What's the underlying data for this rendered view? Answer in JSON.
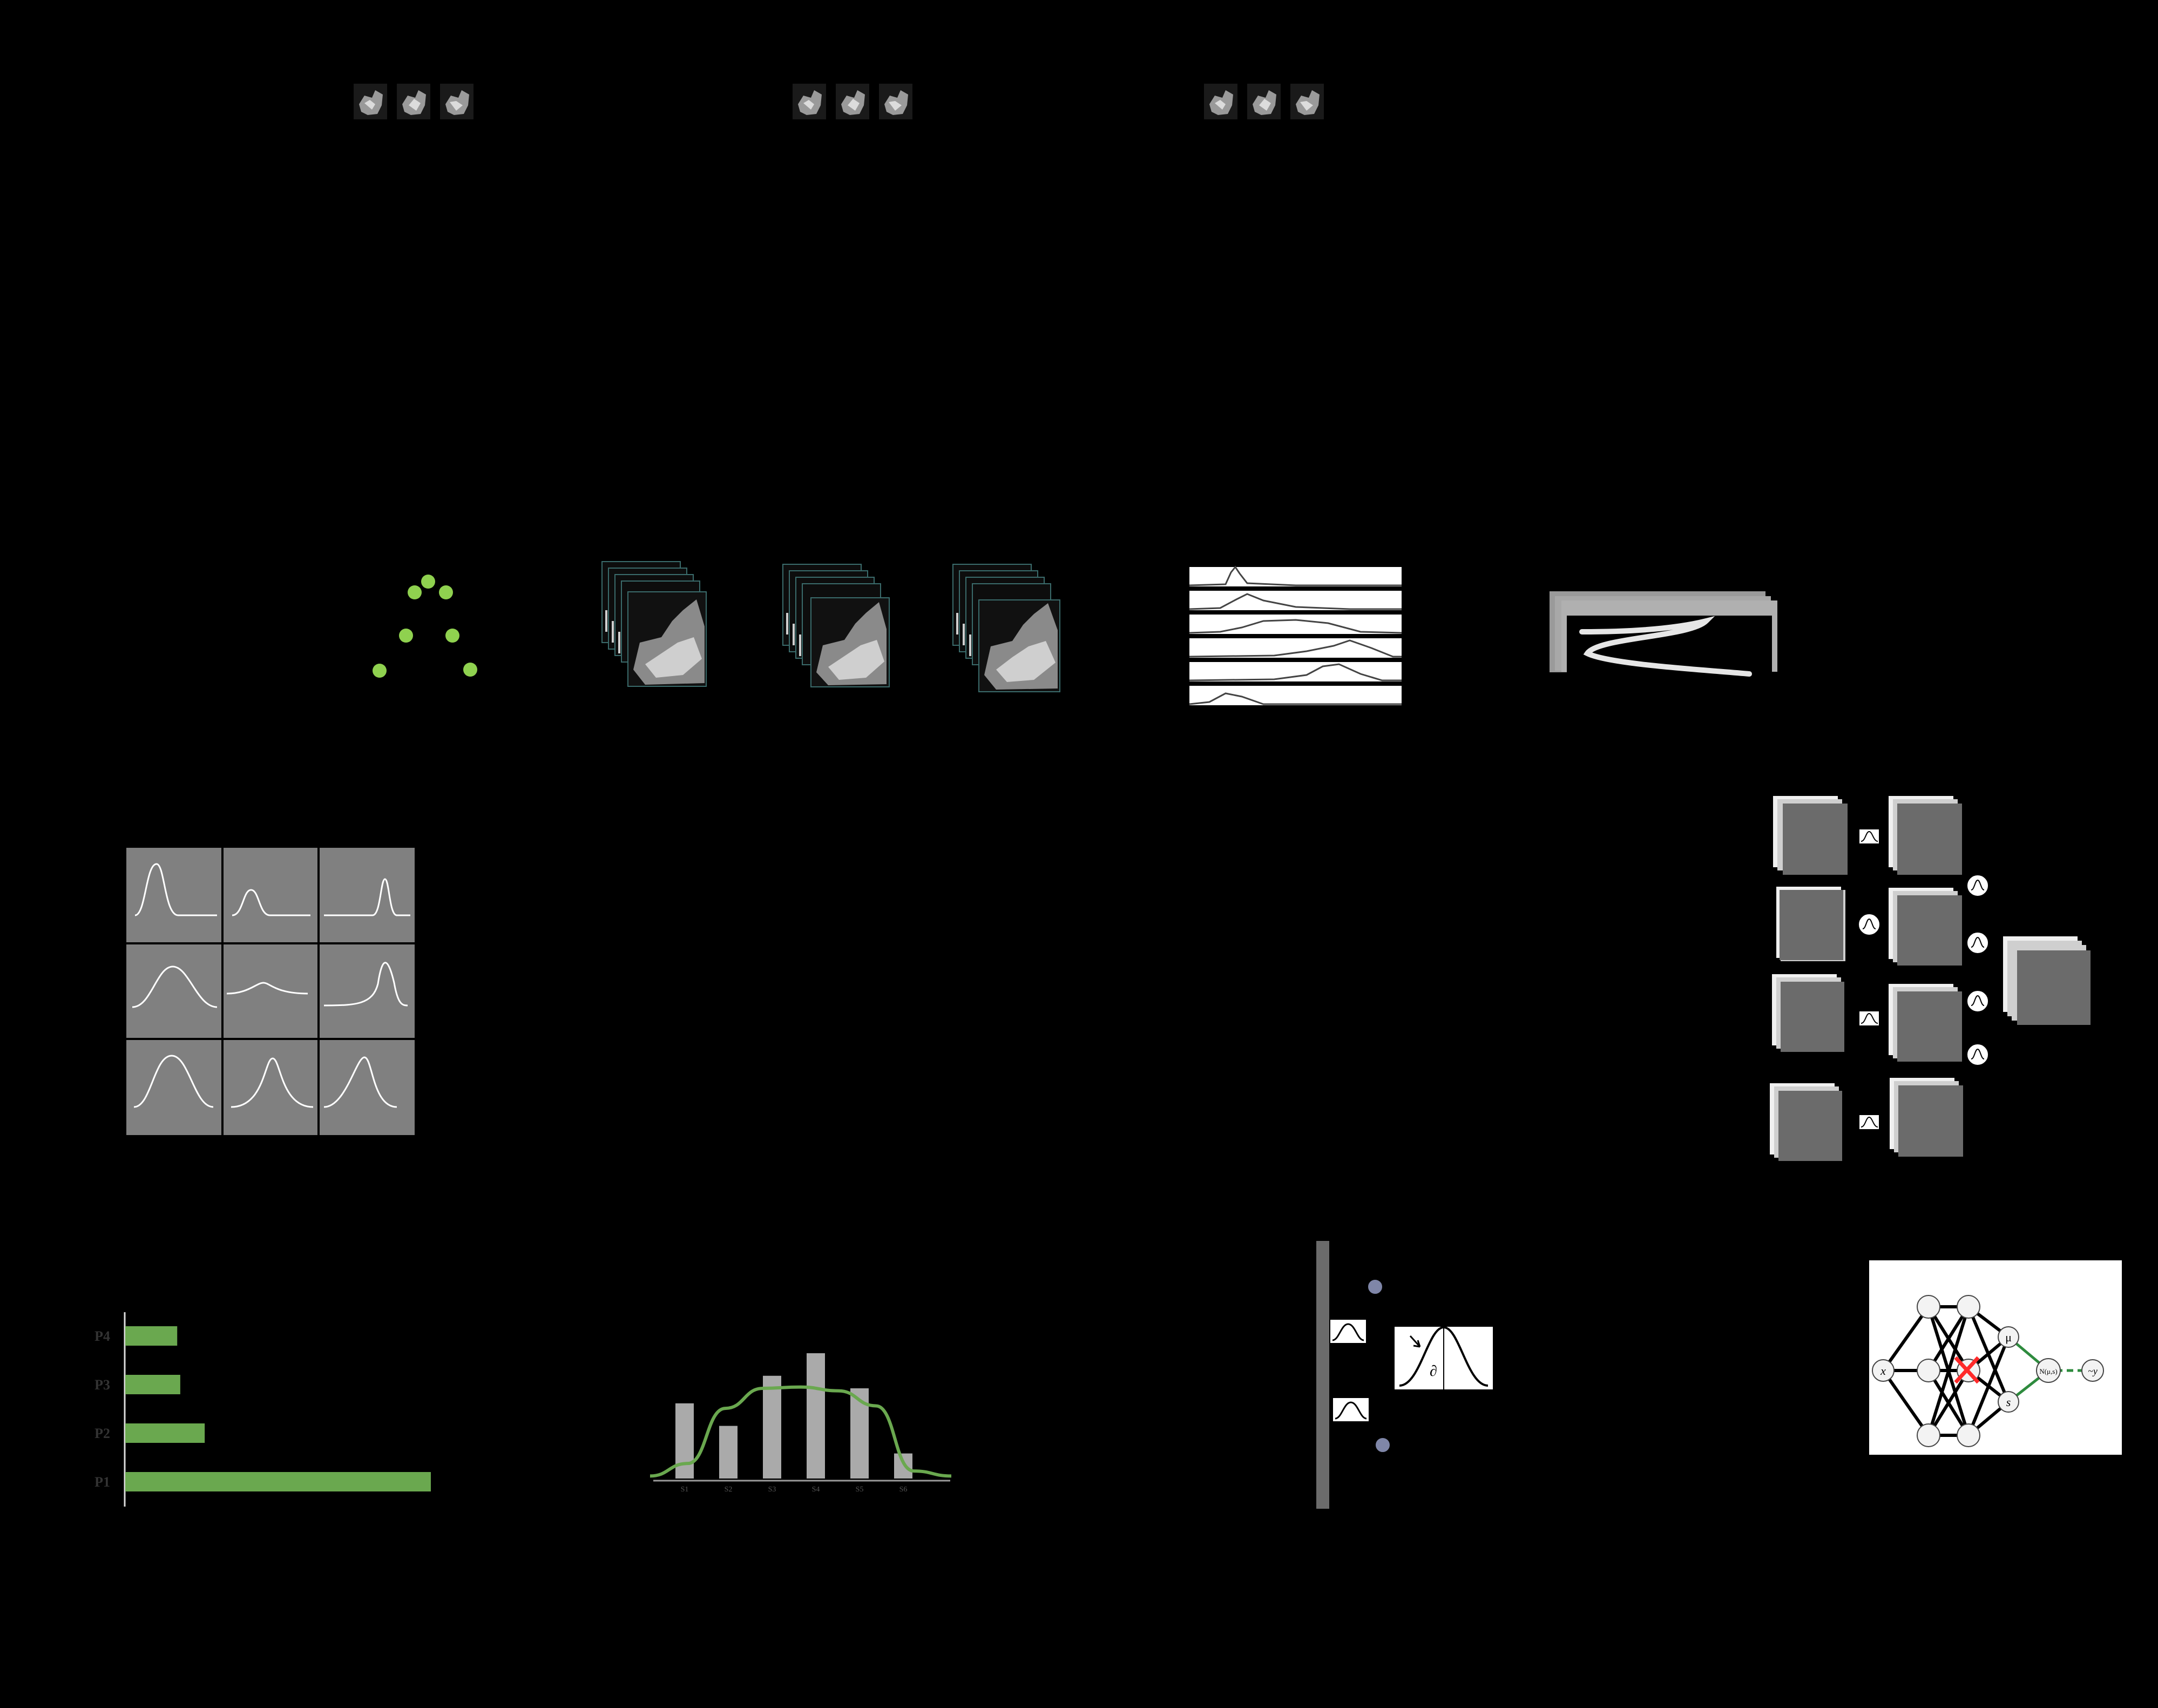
{
  "colors": {
    "background": "#000000",
    "green": "#6aa84f",
    "green_dot": "#8fd14f",
    "gray_panel": "#808080",
    "bar_gray": "#aaaaaa",
    "dark_gray": "#6b6b6b",
    "red_cross": "#ff2a2a"
  },
  "mass_spec_panel": {
    "labels": [
      "∂",
      "x",
      "μ",
      "s",
      "N(μ,s)",
      "~y"
    ]
  },
  "chart_data": [
    {
      "type": "bar",
      "orientation": "horizontal",
      "categories": [
        "P4",
        "P3",
        "P2",
        "P1"
      ],
      "values": [
        0.17,
        0.18,
        0.26,
        1.0
      ],
      "xlabel": "",
      "ylabel": "",
      "grid": false
    },
    {
      "type": "bar",
      "categories": [
        "S1",
        "S2",
        "S3",
        "S4",
        "S5",
        "S6"
      ],
      "values": [
        0.6,
        0.42,
        0.82,
        1.0,
        0.72,
        0.2
      ],
      "overlay_curve": [
        0.02,
        0.12,
        0.56,
        0.72,
        0.73,
        0.7,
        0.58,
        0.06,
        0.02
      ],
      "xlabel": "",
      "ylabel": "",
      "grid": false
    }
  ]
}
